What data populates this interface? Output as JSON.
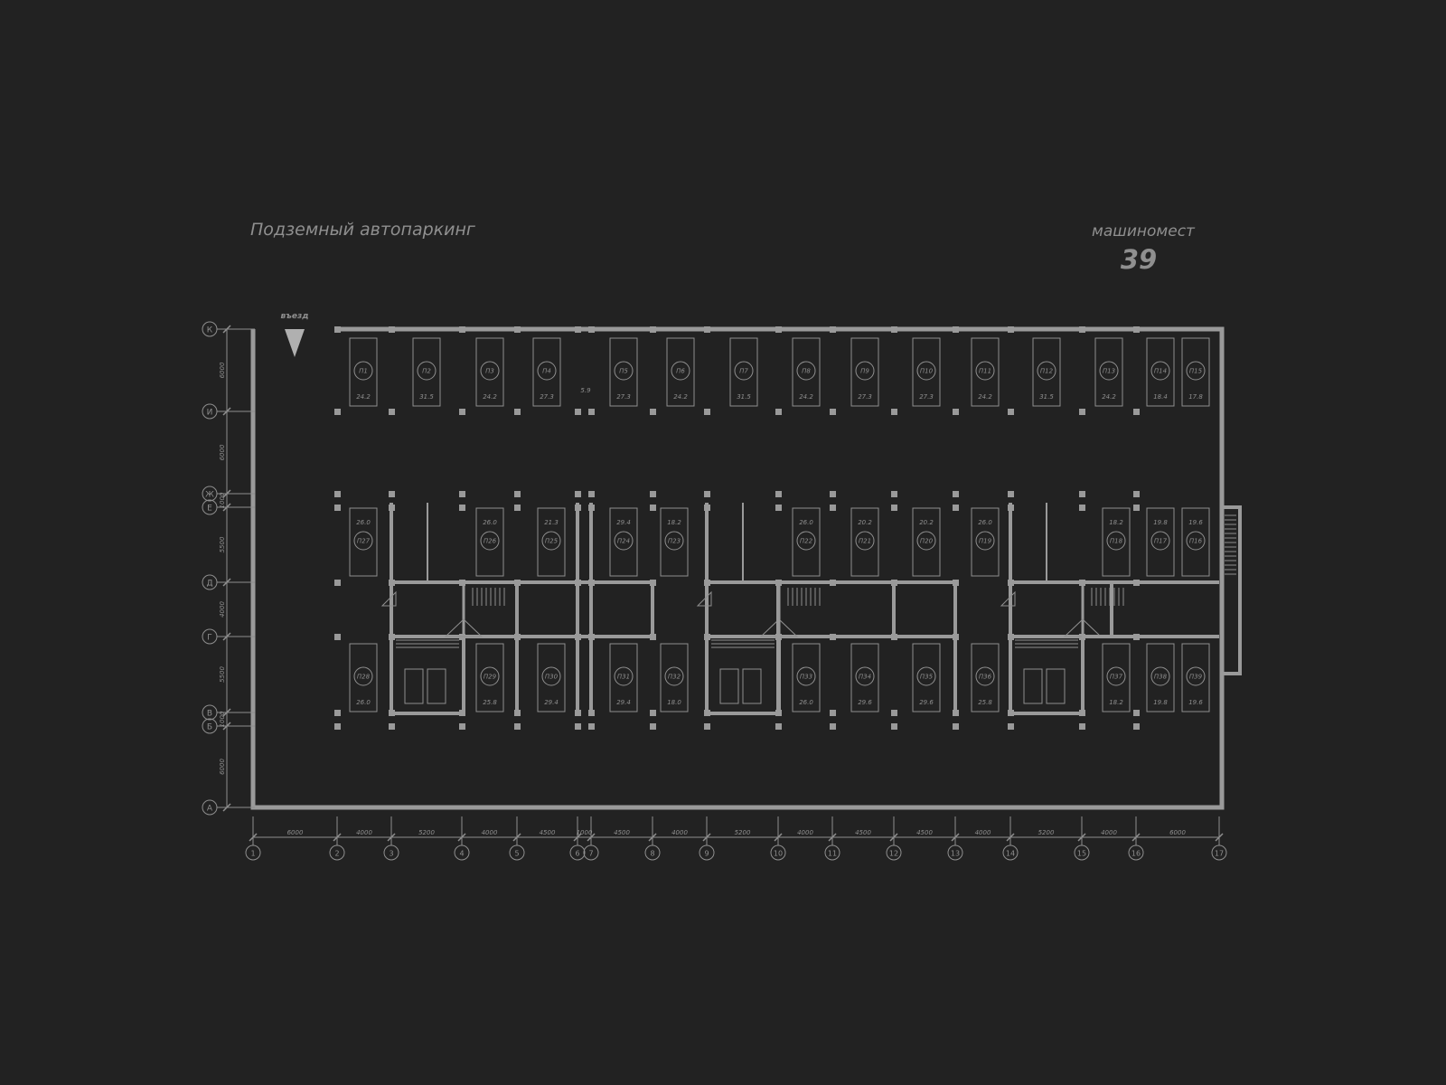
{
  "title": "Подземный автопаркинг",
  "capacity": {
    "label": "машиномест",
    "value": "39"
  },
  "entrance_label": "въезд",
  "axes": {
    "rows": [
      "К",
      "И",
      "Ж",
      "Е",
      "Д",
      "Г",
      "В",
      "Б",
      "А"
    ],
    "row_spacings": [
      "6000",
      "6000",
      "1000",
      "5500",
      "4000",
      "5500",
      "1000",
      "6000"
    ],
    "columns": [
      "1",
      "2",
      "3",
      "4",
      "5",
      "6",
      "7",
      "8",
      "9",
      "10",
      "11",
      "12",
      "13",
      "14",
      "15",
      "16",
      "17"
    ],
    "column_spacings": [
      "6000",
      "4000",
      "5200",
      "4000",
      "4500",
      "1000",
      "4500",
      "4000",
      "5200",
      "4000",
      "4500",
      "4500",
      "4000",
      "5200",
      "4000",
      "6000"
    ]
  },
  "parking_spots": [
    {
      "id": "П1",
      "area": "24.2"
    },
    {
      "id": "П2",
      "area": "31.5"
    },
    {
      "id": "П3",
      "area": "24.2"
    },
    {
      "id": "П4",
      "area": "27.3"
    },
    {
      "id": "П5",
      "area": "27.3"
    },
    {
      "id": "П6",
      "area": "24.2"
    },
    {
      "id": "П7",
      "area": "31.5"
    },
    {
      "id": "П8",
      "area": "24.2"
    },
    {
      "id": "П9",
      "area": "27.3"
    },
    {
      "id": "П10",
      "area": "27.3"
    },
    {
      "id": "П11",
      "area": "24.2"
    },
    {
      "id": "П12",
      "area": "31.5"
    },
    {
      "id": "П13",
      "area": "24.2"
    },
    {
      "id": "П14",
      "area": "18.4"
    },
    {
      "id": "П15",
      "area": "17.8"
    },
    {
      "id": "П27",
      "area": "26.0"
    },
    {
      "id": "П26",
      "area": "26.0"
    },
    {
      "id": "П25",
      "area": "21.3"
    },
    {
      "id": "П24",
      "area": "29.4"
    },
    {
      "id": "П23",
      "area": "18.2"
    },
    {
      "id": "П22",
      "area": "26.0"
    },
    {
      "id": "П21",
      "area": "20.2"
    },
    {
      "id": "П20",
      "area": "20.2"
    },
    {
      "id": "П19",
      "area": "26.0"
    },
    {
      "id": "П18",
      "area": "18.2"
    },
    {
      "id": "П17",
      "area": "19.8"
    },
    {
      "id": "П16",
      "area": "19.6"
    },
    {
      "id": "П28",
      "area": "26.0"
    },
    {
      "id": "П29",
      "area": "25.8"
    },
    {
      "id": "П30",
      "area": "29.4"
    },
    {
      "id": "П31",
      "area": "29.4"
    },
    {
      "id": "П32",
      "area": "18.0"
    },
    {
      "id": "П33",
      "area": "26.0"
    },
    {
      "id": "П34",
      "area": "29.6"
    },
    {
      "id": "П35",
      "area": "29.6"
    },
    {
      "id": "П36",
      "area": "25.8"
    },
    {
      "id": "П37",
      "area": "18.2"
    },
    {
      "id": "П38",
      "area": "19.8"
    },
    {
      "id": "П39",
      "area": "19.6"
    }
  ],
  "misc_labels": {
    "gap_area": "5.9"
  },
  "colors": {
    "background": "#222222",
    "lines": "#8f8f8f",
    "walls": "#9a9a9a"
  }
}
